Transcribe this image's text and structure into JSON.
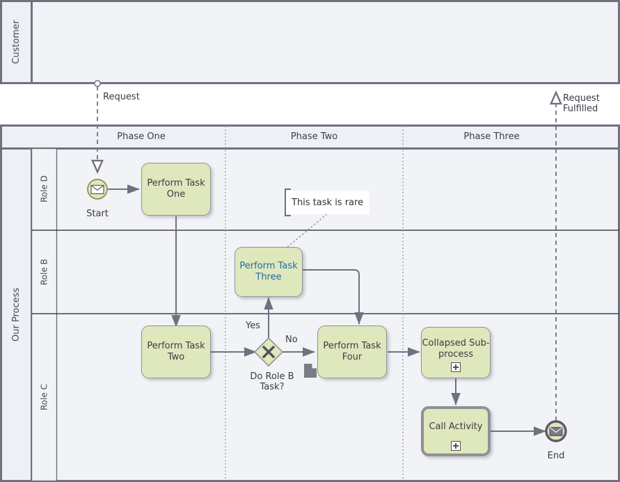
{
  "diagram": {
    "type": "bpmn-collaboration",
    "colors": {
      "pool_header_fill": "#eef0f5",
      "pool_border": "#70707f",
      "lane_fill": "#f1f3f7",
      "task_fill": "#dfe7bd",
      "task_border": "#8f9196",
      "flow_stroke": "#70707f",
      "text": "#3b3b44",
      "link_text": "#1b6ea8",
      "data_object_fill": "#7b7b85"
    },
    "pools": [
      {
        "name": "customer-pool",
        "label": "Customer"
      },
      {
        "name": "our-process-pool",
        "label": "Our Process"
      }
    ],
    "lanes": [
      {
        "name": "lane-role-d",
        "label": "Role D"
      },
      {
        "name": "lane-role-b",
        "label": "Role B"
      },
      {
        "name": "lane-role-c",
        "label": "Role C"
      }
    ],
    "phases": [
      {
        "name": "phase-one",
        "label": "Phase One"
      },
      {
        "name": "phase-two",
        "label": "Phase Two"
      },
      {
        "name": "phase-three",
        "label": "Phase Three"
      }
    ],
    "events": [
      {
        "name": "start-event",
        "label": "Start",
        "event_type": "message-start"
      },
      {
        "name": "end-event",
        "label": "End",
        "event_type": "message-end"
      }
    ],
    "tasks": [
      {
        "name": "task-one",
        "label": "Perform\nTask One",
        "marker": "none"
      },
      {
        "name": "task-two",
        "label": "Perform\nTask Two",
        "marker": "none"
      },
      {
        "name": "task-three",
        "label": "Perform\nTask Three",
        "marker": "none",
        "style": "link"
      },
      {
        "name": "task-four",
        "label": "Perform\nTask Four",
        "marker": "none"
      },
      {
        "name": "collapsed-subprocess",
        "label": "Collapsed\nSub-process",
        "marker": "plus"
      },
      {
        "name": "call-activity",
        "label": "Call Activity",
        "marker": "plus",
        "style": "thick-border"
      }
    ],
    "gateways": [
      {
        "name": "exclusive-gateway",
        "label": "Do Role B\nTask?",
        "gateway_type": "exclusive"
      }
    ],
    "flow_labels": [
      {
        "name": "flow-label-yes",
        "label": "Yes"
      },
      {
        "name": "flow-label-no",
        "label": "No"
      }
    ],
    "message_flows": [
      {
        "name": "message-flow-request",
        "label": "Request",
        "direction": "down"
      },
      {
        "name": "message-flow-request-fulfilled",
        "label": "Request\nFulfilled",
        "direction": "up"
      }
    ],
    "annotations": [
      {
        "name": "text-annotation-rare",
        "label": "This task is rare"
      }
    ],
    "data_objects": [
      {
        "name": "data-object",
        "label": ""
      }
    ]
  }
}
